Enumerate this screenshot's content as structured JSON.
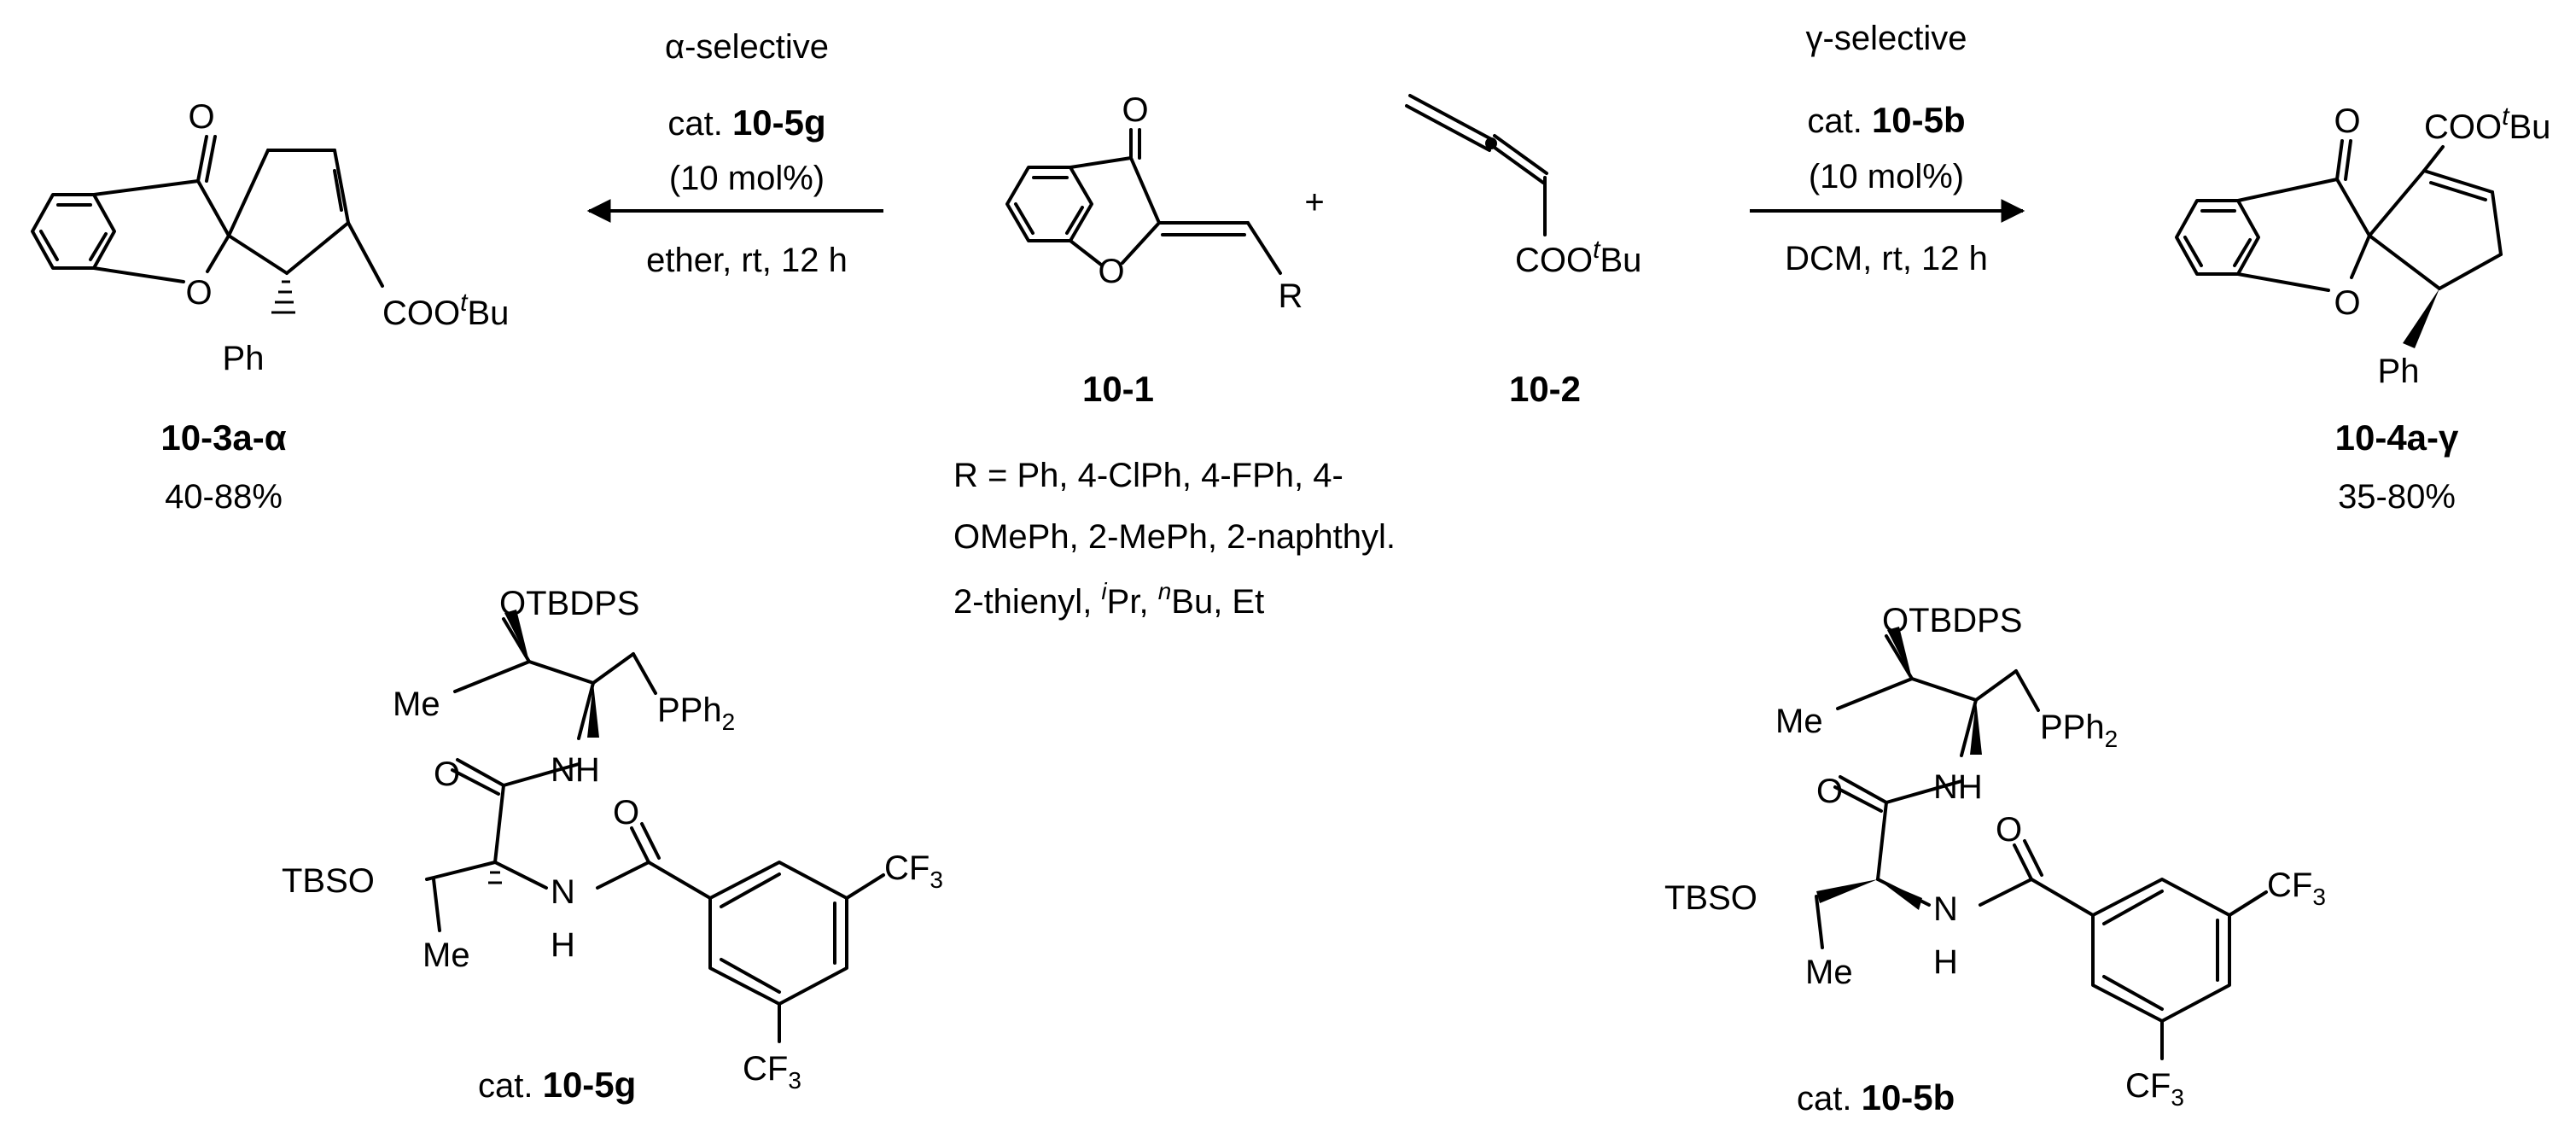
{
  "left_arrow": {
    "label": "α-selective",
    "cat_prefix": "cat. ",
    "cat_id": "10-5g",
    "loading": "(10 mol%)",
    "conditions": "ether, rt, 12 h"
  },
  "right_arrow": {
    "label": "γ-selective",
    "cat_prefix": "cat. ",
    "cat_id": "10-5b",
    "loading": "(10 mol%)",
    "conditions": "DCM, rt, 12 h"
  },
  "reactant1": {
    "id": "10-1",
    "R_label": "R",
    "ring_O": "O",
    "carbonyl_O": "O"
  },
  "plus": "+",
  "reactant2": {
    "id": "10-2",
    "ester": "COO",
    "ester_sup": "t",
    "ester_tail": "Bu"
  },
  "substituents": {
    "line1": "R = Ph, 4-ClPh, 4-FPh, 4-",
    "line2": "OMePh, 2-MePh, 2-naphthyl.",
    "line3_a": "2-thienyl, ",
    "line3_i": "i",
    "line3_b": "Pr, ",
    "line3_n": "n",
    "line3_c": "Bu, Et"
  },
  "product_alpha": {
    "id": "10-3a-α",
    "yield": "40-88%",
    "ph": "Ph",
    "ester": "COO",
    "ester_sup": "t",
    "ester_tail": "Bu"
  },
  "product_gamma": {
    "id": "10-4a-γ",
    "yield": "35-80%",
    "ph": "Ph",
    "ester": "COO",
    "ester_sup": "t",
    "ester_tail": "Bu"
  },
  "catalyst_g": {
    "name_prefix": "cat. ",
    "name_id": "10-5g",
    "otbdps": "OTBDPS",
    "me_top": "Me",
    "pph": "PPh",
    "pph_sub": "2",
    "nh": "NH",
    "o_amide": "O",
    "tbso": "TBSO",
    "me_bottom": "Me",
    "n": "N",
    "h": "H",
    "o_benzoyl": "O",
    "cf3": "CF",
    "cf3_sub": "3"
  },
  "catalyst_b": {
    "name_prefix": "cat. ",
    "name_id": "10-5b",
    "otbdps": "OTBDPS",
    "me_top": "Me",
    "pph": "PPh",
    "pph_sub": "2",
    "nh": "NH",
    "o_amide": "O",
    "tbso": "TBSO",
    "me_bottom": "Me",
    "n": "N",
    "h": "H",
    "o_benzoyl": "O",
    "cf3": "CF",
    "cf3_sub": "3"
  }
}
